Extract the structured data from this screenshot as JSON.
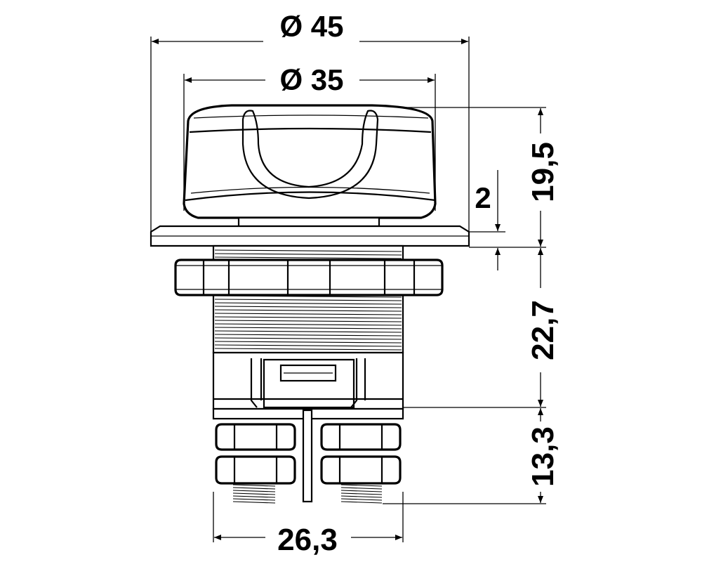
{
  "diagram": {
    "dimensions": {
      "outer_diameter": "Ø 45",
      "inner_diameter": "Ø 35",
      "cap_height": "19,5",
      "flange_thickness": "2",
      "body_length": "22,7",
      "terminal_length": "13,3",
      "body_width": "26,3"
    },
    "colors": {
      "line": "#000000",
      "background": "#ffffff"
    }
  }
}
